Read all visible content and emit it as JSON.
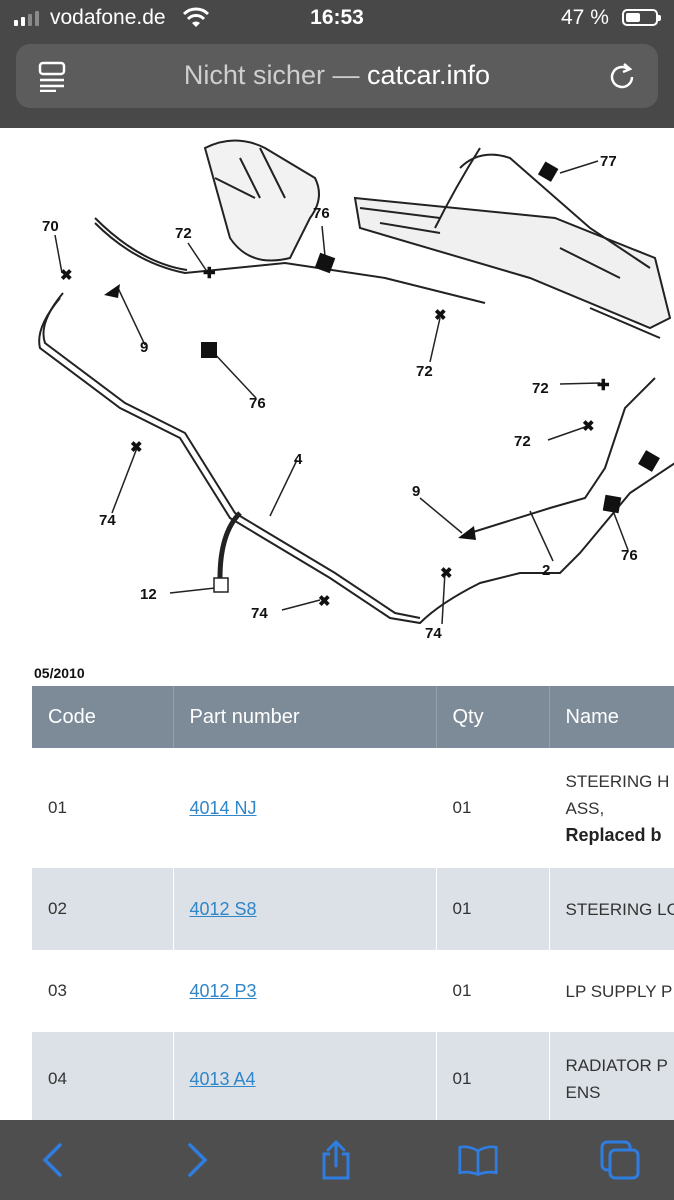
{
  "status": {
    "carrier": "vodafone.de",
    "time": "16:53",
    "battery": "47 %",
    "battery_level": 0.47
  },
  "browser": {
    "url_prefix": "Nicht sicher —",
    "url_host": "catcar.info"
  },
  "diagram": {
    "labels": [
      "70",
      "72",
      "76",
      "77",
      "9",
      "76",
      "72",
      "72",
      "72",
      "74",
      "4",
      "9",
      "76",
      "2",
      "12",
      "74",
      "74"
    ],
    "date": "05/2010"
  },
  "table": {
    "headers": [
      "Code",
      "Part number",
      "Qty",
      "Name"
    ],
    "rows": [
      {
        "code": "01",
        "part": "4014 NJ",
        "qty": "01",
        "name_line1": "STEERING H",
        "name_line2": "ASS,",
        "name_bold": "Replaced b"
      },
      {
        "code": "02",
        "part": "4012 S8",
        "qty": "01",
        "name_line1": "STEERING LO"
      },
      {
        "code": "03",
        "part": "4012 P3",
        "qty": "01",
        "name_line1": "LP SUPPLY P"
      },
      {
        "code": "04",
        "part": "4013 A4",
        "qty": "01",
        "name_line1": "RADIATOR P",
        "name_line2": "ENS"
      }
    ]
  },
  "colors": {
    "header_bg": "#7d8b99",
    "link": "#2f86c8",
    "alt_row": "#dbe1e7",
    "ios_blue": "#2f7de1"
  },
  "toolbar_icons": [
    "back-icon",
    "forward-icon",
    "share-icon",
    "bookmarks-icon",
    "tabs-icon"
  ]
}
